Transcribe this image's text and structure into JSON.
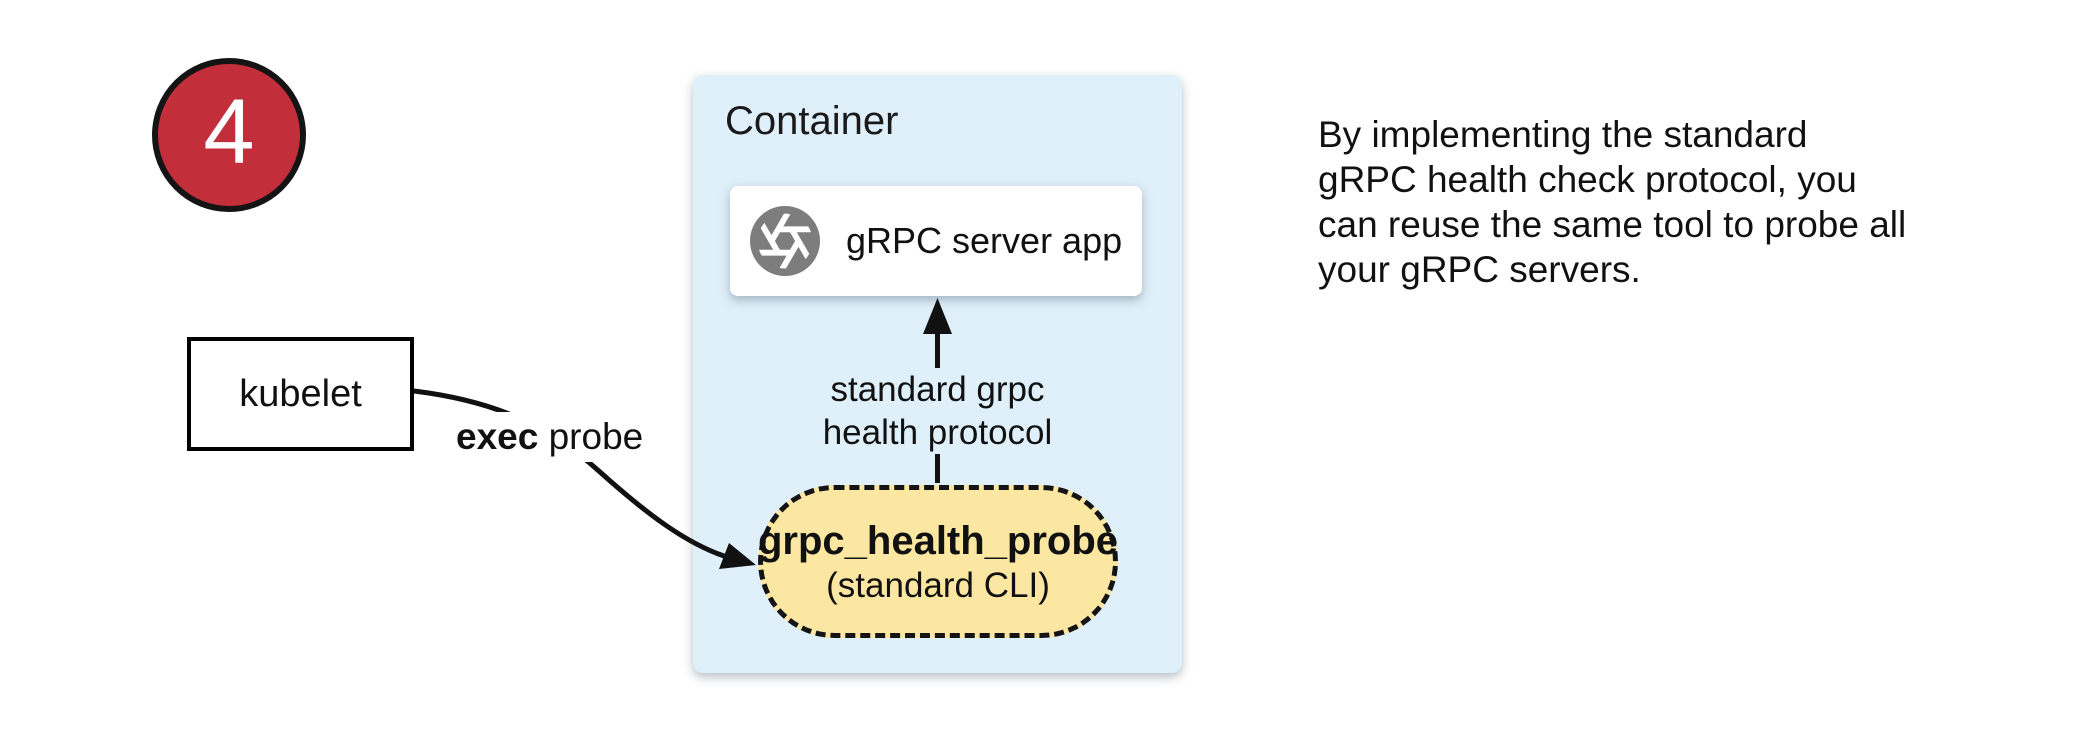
{
  "colors": {
    "badge_red": "#c22e3a",
    "container_blue": "#dff0fa",
    "probe_yellow": "#fbe7a2",
    "icon_gray": "#7d7d7d"
  },
  "badge": {
    "number": "4"
  },
  "kubelet": {
    "label": "kubelet"
  },
  "container": {
    "title": "Container",
    "server_app": {
      "label": "gRPC server app",
      "icon": "aperture-icon"
    },
    "probe": {
      "title": "grpc_health_probe",
      "subtitle": "(standard CLI)"
    }
  },
  "arrows": {
    "exec_probe": {
      "bold": "exec",
      "rest": " probe"
    },
    "health_protocol": {
      "label": "standard grpc\nhealth protocol"
    }
  },
  "caption": {
    "text": "By implementing the standard\ngRPC health check protocol, you\ncan reuse the same tool to probe all\nyour gRPC servers."
  }
}
